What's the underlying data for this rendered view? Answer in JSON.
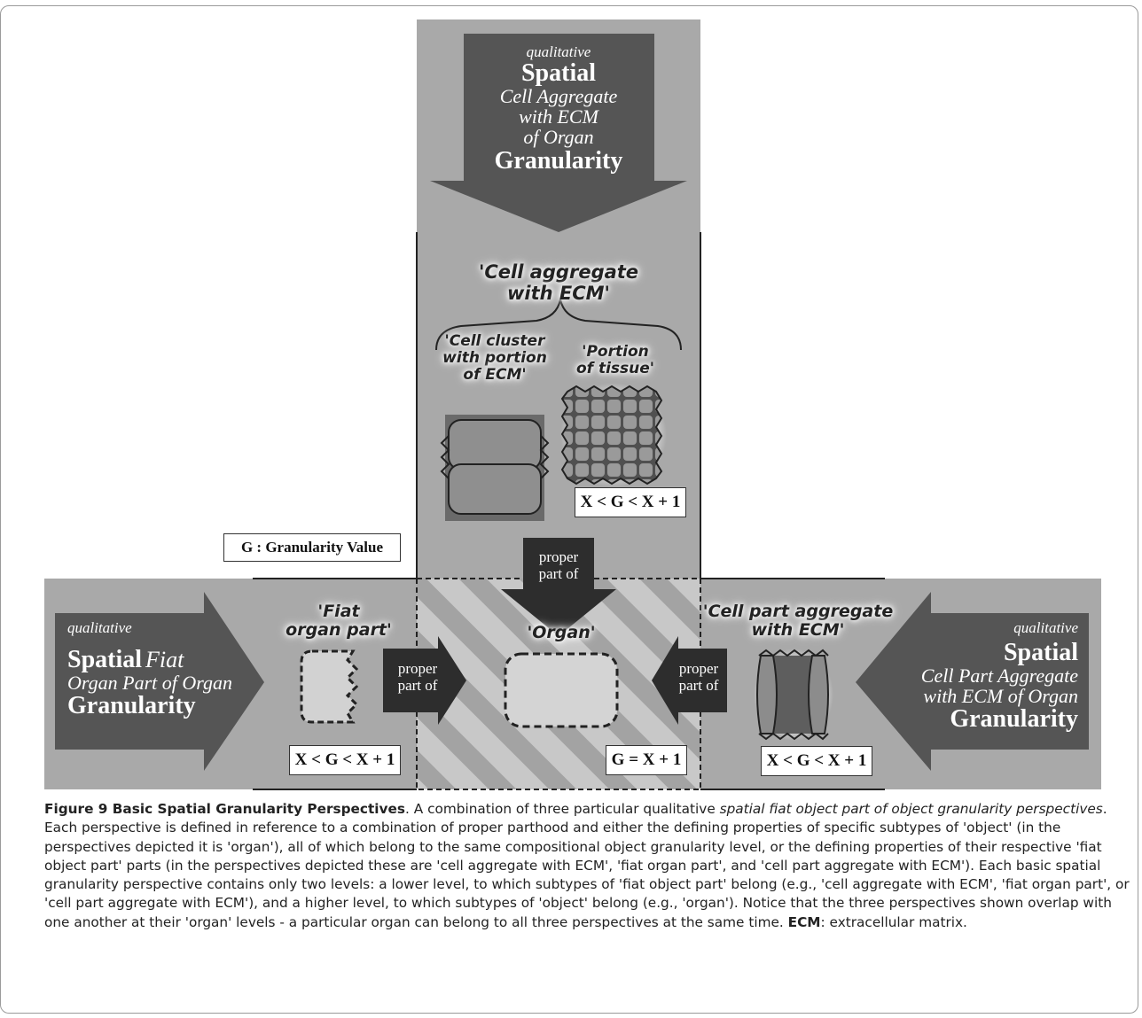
{
  "figure": {
    "top_arrow": {
      "line1": "qualitative",
      "line2": "Spatial",
      "line3": "Cell Aggregate",
      "line4": "with ECM",
      "line5": "of Organ",
      "line6": "Granularity"
    },
    "left_arrow": {
      "line1": "qualitative",
      "line2_bold": "Spatial",
      "line2_italic": "Fiat",
      "line3": "Organ Part of Organ",
      "line4": "Granularity"
    },
    "right_arrow": {
      "line1": "qualitative",
      "line2": "Spatial",
      "line3": "Cell Part Aggregate",
      "line4": "with ECM of Organ",
      "line5": "Granularity"
    },
    "labels": {
      "cell_aggregate": [
        "'Cell aggregate",
        "with ECM'"
      ],
      "cell_cluster": [
        "'Cell cluster",
        "with portion",
        "of ECM'"
      ],
      "portion_tissue": [
        "'Portion",
        "of tissue'"
      ],
      "fiat_organ_part": [
        "'Fiat",
        "organ part'"
      ],
      "organ": "'Organ'",
      "cell_part_aggregate": [
        "'Cell part aggregate",
        "with ECM'"
      ]
    },
    "proper_part_of": [
      "proper",
      "part of"
    ],
    "boxes": {
      "legend": "G : Granularity Value",
      "top_value": "X < G < X + 1",
      "left_value": "X < G < X + 1",
      "center_value": "G = X + 1",
      "right_value": "X < G < X + 1"
    }
  },
  "caption": {
    "title": "Figure 9 Basic Spatial Granularity Perspectives",
    "t1": ". A combination of three particular qualitative ",
    "emph": "spatial fiat object part of object granularity perspectives",
    "t2": ". Each perspective is defined in reference to a combination of proper parthood and either the defining properties of specific subtypes of 'object' (in the perspectives depicted it is 'organ'), all of which belong to the same compositional object granularity level, or the defining properties of their respective 'fiat object part' parts (in the perspectives depicted these are 'cell aggregate with ECM', 'fiat organ part', and 'cell part aggregate with ECM'). Each basic spatial granularity perspective contains only two levels: a lower level, to which subtypes of 'fiat object part' belong (e.g., 'cell aggregate with ECM', 'fiat organ part', or 'cell part aggregate with ECM'), and a higher level, to which subtypes of 'object' belong (e.g., 'organ'). Notice that the three perspectives shown overlap with one another at their 'organ' levels - a particular organ can belong to all three perspectives at the same time. ",
    "ecm_bold": "ECM",
    "t3": ": extracellular matrix."
  }
}
